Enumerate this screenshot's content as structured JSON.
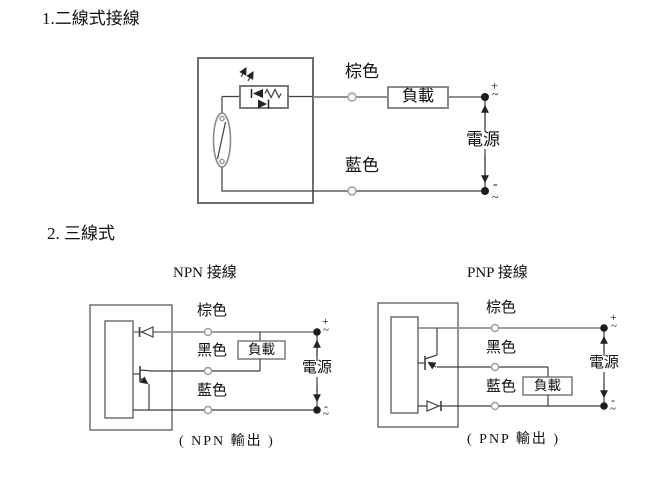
{
  "colors": {
    "wire_gray": "#8f8f8f",
    "line_dark": "#3f3f3f",
    "text_black": "#111111",
    "bg_white": "#ffffff"
  },
  "two_wire": {
    "title": "1.二線式接線",
    "brown_label": "棕色",
    "blue_label": "藍色",
    "load_label": "負載",
    "power_label": "電源",
    "plus": "+",
    "minus": "-",
    "tilde": "~"
  },
  "three_wire": {
    "title": "2. 三線式",
    "npn": {
      "title": "NPN 接線",
      "brown_label": "棕色",
      "black_label": "黑色",
      "blue_label": "藍色",
      "load_label": "負載",
      "power_label": "電源",
      "plus": "+",
      "minus": "-",
      "tilde": "~",
      "caption": "( NPN 輸出 )"
    },
    "pnp": {
      "title": "PNP 接線",
      "brown_label": "棕色",
      "black_label": "黑色",
      "blue_label": "藍色",
      "load_label": "負載",
      "power_label": "電源",
      "plus": "+",
      "minus": "-",
      "tilde": "~",
      "caption": "( PNP 輸出 )"
    }
  }
}
